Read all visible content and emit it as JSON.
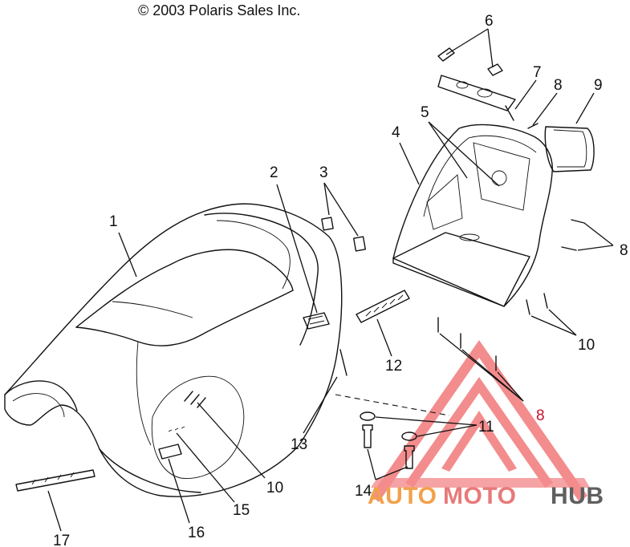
{
  "header": {
    "copyright": "© 2003 Polaris Sales Inc."
  },
  "callouts": [
    "1",
    "2",
    "3",
    "4",
    "5",
    "6",
    "7",
    "8",
    "9",
    "8",
    "10",
    "12",
    "8",
    "10",
    "11",
    "13",
    "14",
    "15",
    "16",
    "17"
  ],
  "watermark": {
    "part1": "AUTO",
    "part2": "MOTO",
    "part3": "HUB",
    "colors": {
      "auto": "#f2a14a",
      "moto": "#e87a7a",
      "hub": "#5f5f5f",
      "triangle": "#f2787a"
    }
  }
}
